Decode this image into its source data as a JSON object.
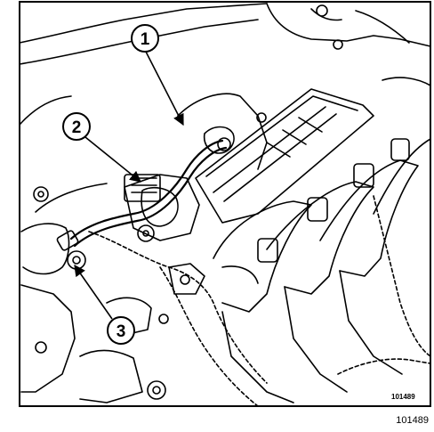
{
  "callouts": [
    {
      "number": "1"
    },
    {
      "number": "2"
    },
    {
      "number": "3"
    }
  ],
  "figure": {
    "reference_in_frame": "101489",
    "reference_below": "101489"
  }
}
